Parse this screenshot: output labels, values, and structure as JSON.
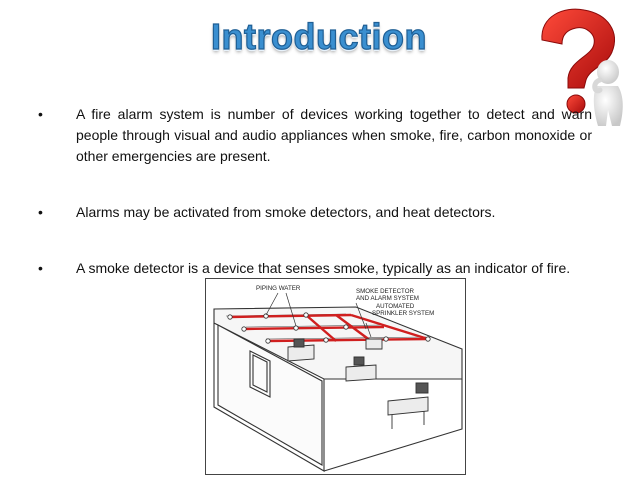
{
  "slide": {
    "title": "Introduction",
    "bullets": [
      {
        "marker": "•",
        "text": "A fire alarm system is number of devices working together to detect and warn people through visual and audio appliances when smoke, fire, carbon monoxide or other emergencies are present."
      },
      {
        "marker": "•",
        "text": "Alarms may be activated from smoke detectors, and heat detectors."
      },
      {
        "marker": "•",
        "text": "A smoke detector is a device that senses smoke, typically as an indicator of fire."
      }
    ]
  },
  "diagram": {
    "labels": {
      "piping": "PIPING WATER",
      "smoke1": "SMOKE DETECTOR",
      "smoke2": "AND ALARM SYSTEM",
      "auto1": "AUTOMATED",
      "auto2": "SPRINKLER SYSTEM"
    }
  },
  "colors": {
    "title": "#3a8fd0",
    "pipe": "#d01f1f",
    "question": "#d41616"
  }
}
